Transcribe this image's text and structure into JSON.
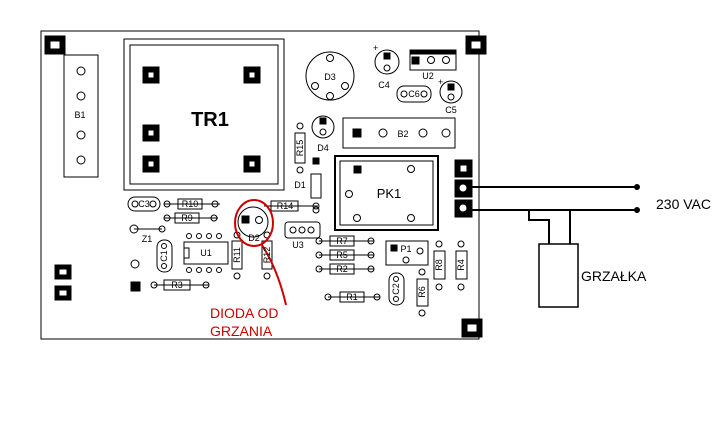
{
  "transformer": {
    "label": "TR1"
  },
  "labels": {
    "d3": "D3",
    "c4": "C4",
    "u2": "U2",
    "c6": "C6",
    "c5": "C5",
    "b1": "B1",
    "b2": "B2",
    "d4": "D4",
    "r15": "R15",
    "d1": "D1",
    "pk1": "PK1",
    "c3": "C3",
    "r10": "R10",
    "r9": "R9",
    "z1": "Z1",
    "r14": "R14",
    "d2": "D2",
    "r11": "R11",
    "r12": "R12",
    "u1": "U1",
    "c1": "C1",
    "u3": "U3",
    "r7": "R7",
    "r5": "R5",
    "r2": "R2",
    "p1": "P1",
    "r8": "R8",
    "r4": "R4",
    "r3": "R3",
    "r1": "R1",
    "c2": "C2",
    "r6": "R6",
    "plus": "+"
  },
  "annotation": {
    "line1": "DIODA OD",
    "line2": "GRZANIA",
    "color": "#cc0000"
  },
  "external": {
    "voltage": "230 VAC",
    "heater": "GRZAŁKA"
  },
  "colors": {
    "ink": "#000000",
    "board": "#ffffff",
    "accent": "#cc0000"
  }
}
